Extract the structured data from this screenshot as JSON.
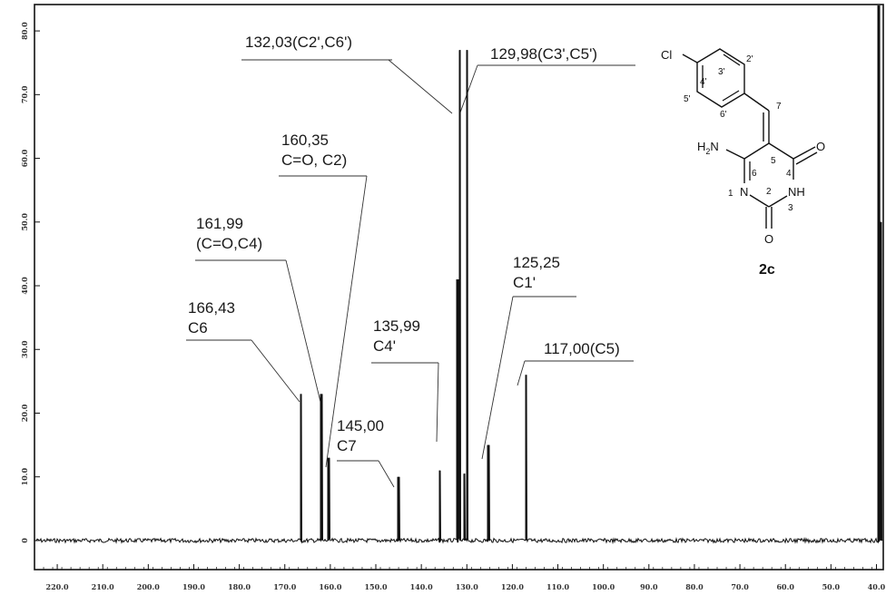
{
  "chart_data": {
    "type": "line",
    "title": "",
    "xlabel": "",
    "ylabel": "",
    "x_reversed": true,
    "xlim": [
      225,
      38.5
    ],
    "ylim": [
      -2,
      84
    ],
    "x_ticks": [
      "220.0",
      "210.0",
      "200.0",
      "190.0",
      "180.0",
      "170.0",
      "160.0",
      "150.0",
      "140.0",
      "130.0",
      "120.0",
      "110.0",
      "100.0",
      "90.0",
      "80.0",
      "70.0",
      "60.0",
      "50.0",
      "40.0"
    ],
    "y_ticks": [
      "0",
      "10.0",
      "20.0",
      "30.0",
      "40.0",
      "50.0",
      "60.0",
      "70.0",
      "80.0"
    ],
    "grid": false,
    "series": [
      {
        "peaks": [
          {
            "x": 166.43,
            "y": 23
          },
          {
            "x": 161.99,
            "y": 23
          },
          {
            "x": 160.35,
            "y": 13
          },
          {
            "x": 145.0,
            "y": 10
          },
          {
            "x": 135.99,
            "y": 11
          },
          {
            "x": 132.03,
            "y": 41
          },
          {
            "x": 131.5,
            "y": 77
          },
          {
            "x": 130.5,
            "y": 10.5
          },
          {
            "x": 129.98,
            "y": 77
          },
          {
            "x": 125.25,
            "y": 15
          },
          {
            "x": 117.0,
            "y": 26
          },
          {
            "x": 39.5,
            "y": 84
          },
          {
            "x": 39.1,
            "y": 50
          }
        ]
      }
    ],
    "annotations": [
      {
        "lines": [
          "166,43",
          "C6"
        ],
        "peak_x": 166.43
      },
      {
        "lines": [
          "161,99",
          "(C=O,C4)"
        ],
        "peak_x": 161.99
      },
      {
        "lines": [
          "160,35",
          "C=O, C2)"
        ],
        "peak_x": 160.35
      },
      {
        "lines": [
          "132,03(C2',C6')"
        ],
        "peak_x": 132.03
      },
      {
        "lines": [
          "129,98(C3',C5')"
        ],
        "peak_x": 129.98
      },
      {
        "lines": [
          "145,00",
          "C7"
        ],
        "peak_x": 145.0
      },
      {
        "lines": [
          "135,99",
          "C4'"
        ],
        "peak_x": 135.99
      },
      {
        "lines": [
          "125,25",
          "C1'"
        ],
        "peak_x": 125.25
      },
      {
        "lines": [
          "117,00(C5)"
        ],
        "peak_x": 117.0
      }
    ]
  },
  "molecule": {
    "name": "2c",
    "atoms": {
      "cl": "Cl",
      "h2n": "H2N",
      "nh": "NH",
      "n1": "N",
      "o1": "O",
      "o2": "O"
    },
    "numbers": [
      "3'",
      "2'",
      "4'",
      "5'",
      "6'",
      "7",
      "5",
      "6",
      "4",
      "2",
      "1",
      "3"
    ]
  }
}
